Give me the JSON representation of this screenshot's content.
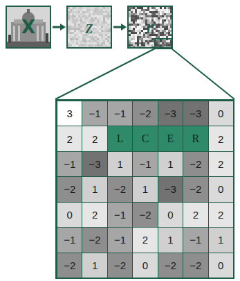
{
  "diagram": {
    "nodes": [
      {
        "text": [
          "X"
        ]
      },
      {
        "text": [
          "z"
        ]
      },
      {
        "text": [
          "r"
        ]
      }
    ],
    "edges": [
      {
        "from": 0,
        "to": 1,
        "arrow": "to"
      },
      {
        "from": 1,
        "to": 2,
        "arrow": "to"
      }
    ],
    "labels": [
      "3",
      "−1",
      "−1",
      "−2",
      "−3",
      "−3",
      "0",
      "2",
      "2",
      "L",
      "C",
      "E",
      "R",
      "2",
      "−1",
      "−3",
      "1",
      "−1",
      "1",
      "−2",
      "2",
      "−2",
      "1",
      "−2",
      "1",
      "−3",
      "−2",
      "0",
      "0",
      "2",
      "−1",
      "−2",
      "0",
      "2",
      "2",
      "−1",
      "−2",
      "−1",
      "2",
      "1",
      "−1",
      "1",
      "−2",
      "1",
      "−2",
      "0",
      "−2",
      "−2",
      "0"
    ]
  }
}
